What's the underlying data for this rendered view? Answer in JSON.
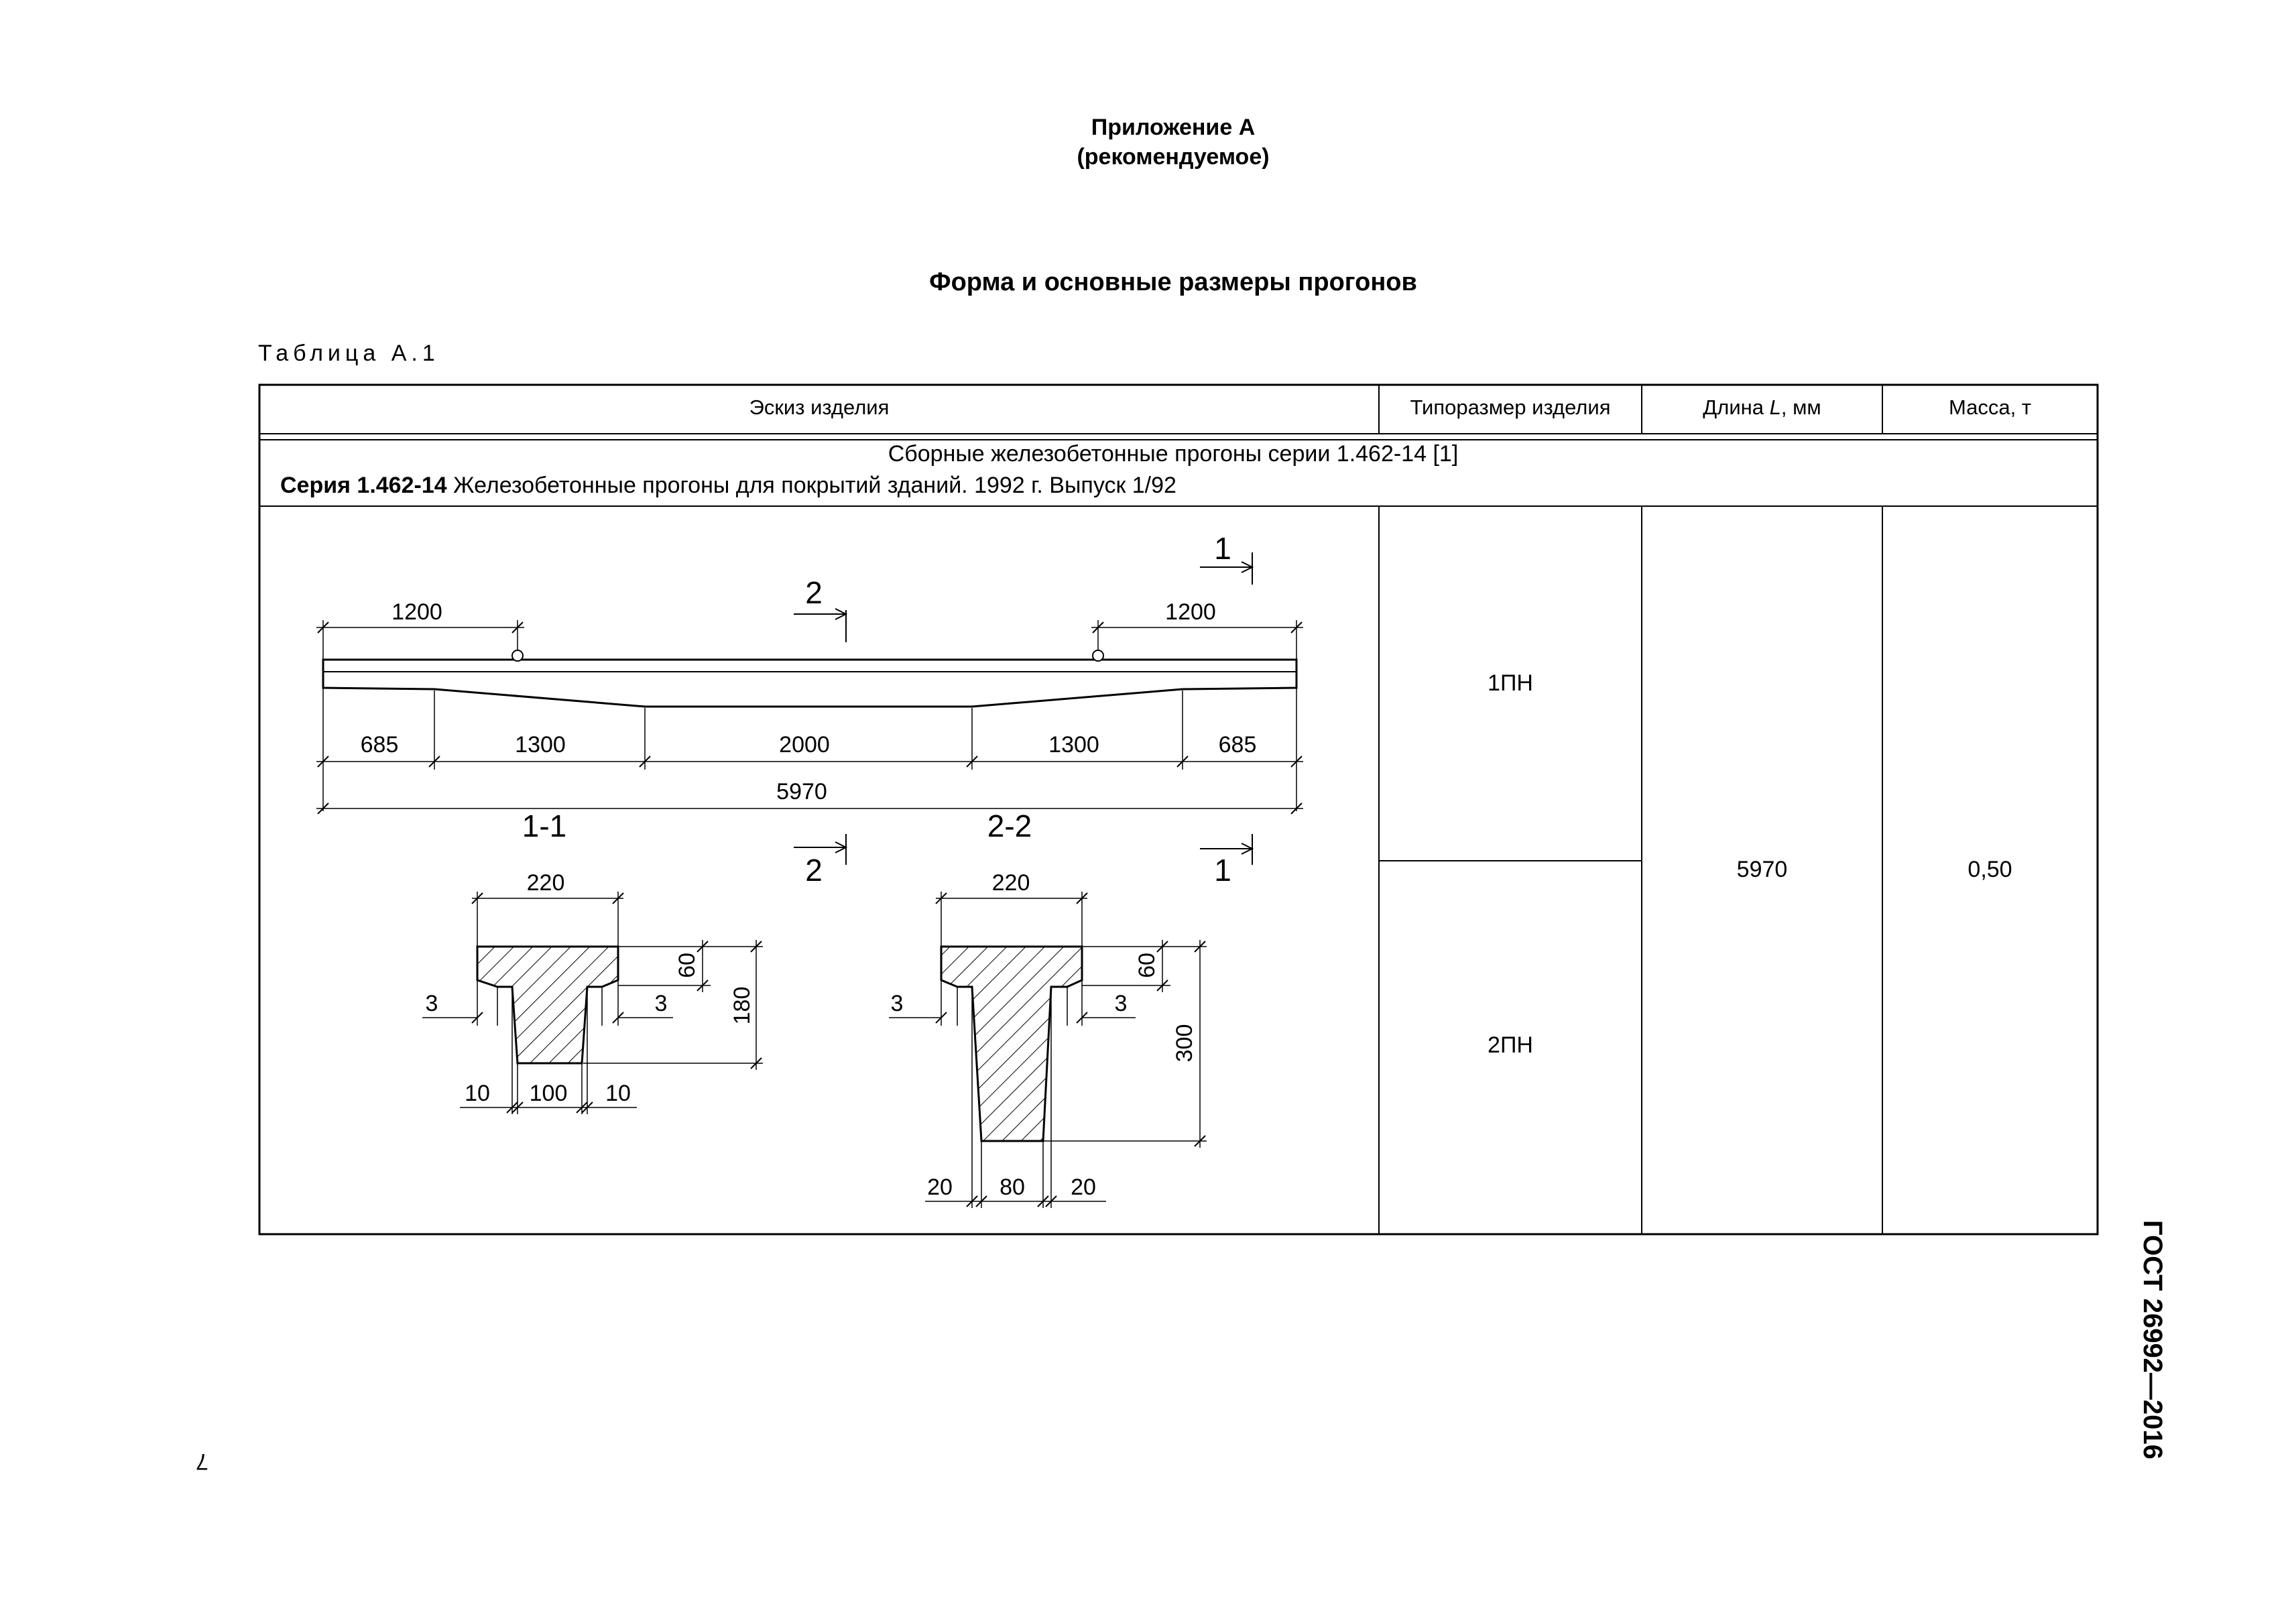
{
  "appendix": {
    "title": "Приложение А",
    "subtitle": "(рекомендуемое)"
  },
  "section_title": "Форма и основные размеры прогонов",
  "table_label": "Таблица А.1",
  "table": {
    "headers": {
      "sketch": "Эскиз изделия",
      "type": "Типоразмер изделия",
      "length_prefix": "Длина ",
      "length_var": "L",
      "length_suffix": ", мм",
      "mass": "Масса, т"
    },
    "group": {
      "title": "Сборные железобетонные прогоны серии 1.462-14 [1]",
      "series_bold": "Серия 1.462-14",
      "series_text": " Железобетонные прогоны для покрытий зданий. 1992 г. Выпуск 1/92"
    },
    "rows": [
      {
        "type": "1ПН"
      },
      {
        "type": "2ПН"
      }
    ],
    "length": "5970",
    "mass": "0,50"
  },
  "drawing": {
    "elevation": {
      "top_dims": [
        "1200",
        "1200"
      ],
      "bottom_dims": [
        "685",
        "1300",
        "2000",
        "1300",
        "685"
      ],
      "overall": "5970"
    },
    "cut_marks": {
      "left": "1",
      "middle": "2"
    },
    "section_1_1": {
      "label": "1-1",
      "width": "220",
      "flange": "60",
      "height": "180",
      "ledge_left": "3",
      "ledge_right": "3",
      "web_bottom": [
        "10",
        "100",
        "10"
      ]
    },
    "section_2_2": {
      "label": "2-2",
      "width": "220",
      "flange": "60",
      "height": "300",
      "ledge_left": "3",
      "ledge_right": "3",
      "web_bottom": [
        "20",
        "80",
        "20"
      ]
    }
  },
  "page_number": "7",
  "doc_code": "ГОСТ 26992—2016"
}
